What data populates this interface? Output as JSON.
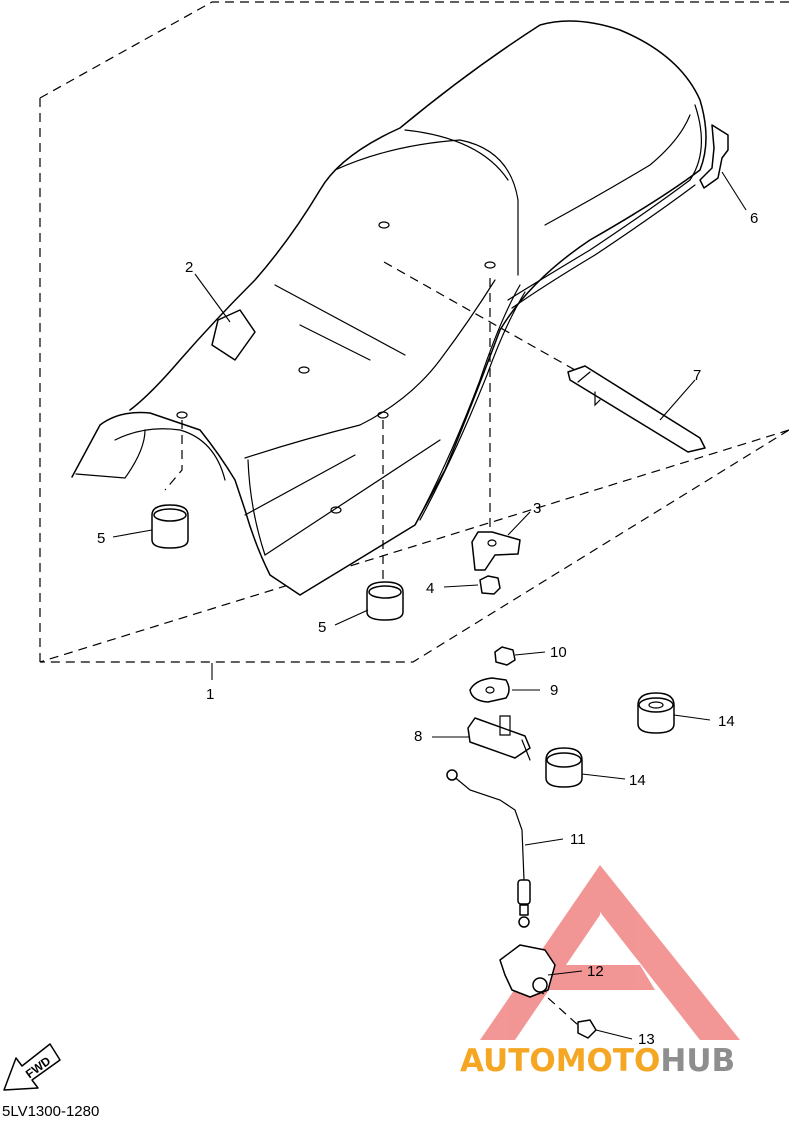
{
  "diagram": {
    "drawing_code": "5LV1300-1280",
    "fwd_label": "FWD",
    "callouts": {
      "p1": "1",
      "p2": "2",
      "p3": "3",
      "p4": "4",
      "p5a": "5",
      "p5b": "5",
      "p6": "6",
      "p7": "7",
      "p8": "8",
      "p9": "9",
      "p10": "10",
      "p11": "11",
      "p12": "12",
      "p13": "13",
      "p14a": "14",
      "p14b": "14"
    },
    "watermark": {
      "part1": "AUTOMOTO",
      "part2": "HUB",
      "color_primary": "#f5a623",
      "color_secondary": "#8e8e8e",
      "logo_color": "#e8423f"
    }
  }
}
